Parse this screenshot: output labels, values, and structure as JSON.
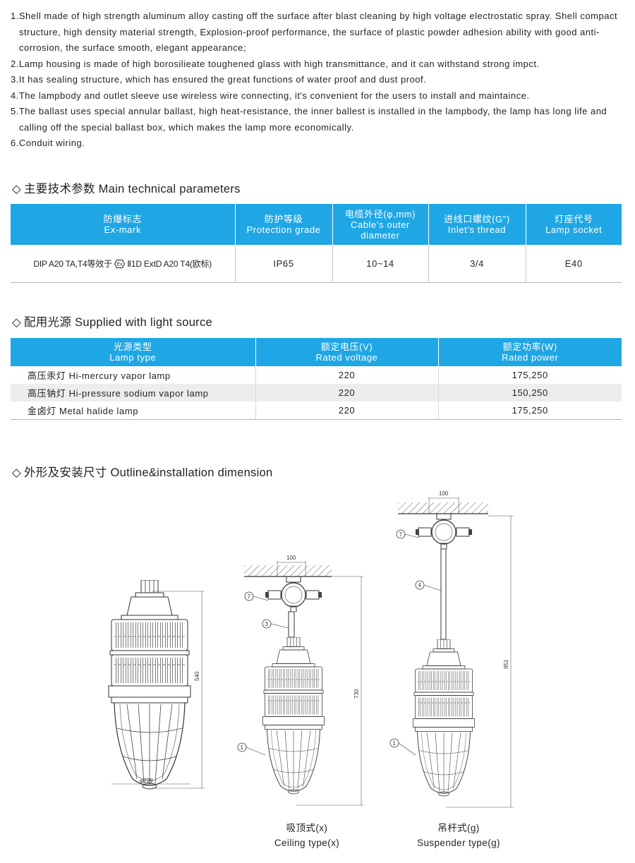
{
  "features": [
    "1.Shell made of high strength aluminum alloy casting off the surface after blast cleaning by high voltage electrostatic spray. Shell compact structure, high density material strength, Explosion-proof performance, the surface of plastic powder adhesion ability with good anti-corrosion, the surface smooth, elegant appearance;",
    "2.Lamp housing is made of high borosilieate toughened glass with high transmittance, and it can withstand strong impct.",
    "3.It has sealing structure, which has ensured the great functions of water proof and dust proof.",
    "4.The lampbody and outlet sleeve use wireless wire connecting, it's convenient for the users to install and maintaince.",
    "5.The ballast uses special annular ballast, high heat-resistance, the inner ballest is installed in the lampbody, the lamp has long life and calling off the special ballast box, which makes the lamp more economically.",
    "6.Conduit wiring."
  ],
  "sections": {
    "mark": "◇",
    "params_title": "主要技术参数 Main technical parameters",
    "light_title": "配用光源 Supplied with light source",
    "outline_title": "外形及安装尺寸 Outline&installation dimension"
  },
  "params": {
    "headers": [
      {
        "cn": "防爆标志",
        "en": "Ex-mark"
      },
      {
        "cn": "防护等级",
        "en": "Protection grade"
      },
      {
        "cn": "电缆外径(φ,mm)",
        "en": "Cable's outer diameter"
      },
      {
        "cn": "进线口螺纹(G\")",
        "en": "Inlet's thread"
      },
      {
        "cn": "灯座代号",
        "en": "Lamp socket"
      }
    ],
    "row": {
      "ex_mark_a": "DIP A20 TA,T4等效于",
      "ex_symbol": "Ex",
      "ex_mark_b": "Ⅱ1D ExtD A20 T4(欧标)",
      "protection": "IP65",
      "cable": "10~14",
      "thread": "3/4",
      "socket": "E40"
    }
  },
  "light": {
    "headers": [
      {
        "cn": "光源类型",
        "en": "Lamp type"
      },
      {
        "cn": "额定电压(V)",
        "en": "Rated voltage"
      },
      {
        "cn": "额定功率(W)",
        "en": "Rated power"
      }
    ],
    "rows": [
      {
        "type": "高压汞灯 Hi-mercury vapor lamp",
        "voltage": "220",
        "power": "175,250"
      },
      {
        "type": "高压钠灯 Hi-pressure sodium vapor lamp",
        "voltage": "220",
        "power": "150,250"
      },
      {
        "type": "金卤灯 Metal halide lamp",
        "voltage": "220",
        "power": "175,250"
      }
    ]
  },
  "drawing": {
    "dims": {
      "height_base": "540",
      "diameter": "φ229",
      "ceiling_width": "100",
      "ceiling_height": "730",
      "suspender_width": "100",
      "suspender_height": "951"
    },
    "callouts": {
      "c1": "1",
      "c3": "3",
      "c4": "4",
      "c7": "7"
    }
  },
  "captions": {
    "ceiling_cn": "吸顶式(x)",
    "ceiling_en": "Ceiling type(x)",
    "suspender_cn": "吊杆式(g)",
    "suspender_en": "Suspender type(g)"
  }
}
